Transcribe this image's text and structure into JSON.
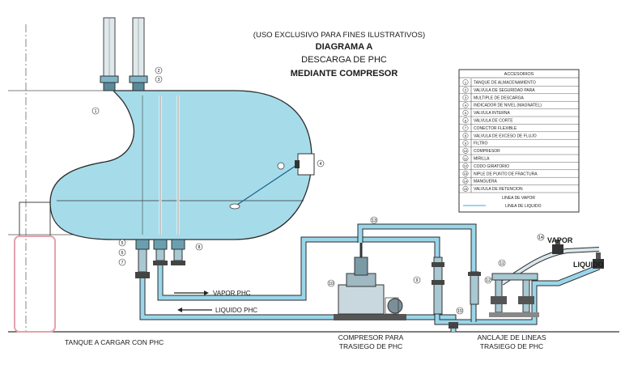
{
  "header": {
    "disclaimer": "(USO EXCLUSIVO PARA FINES ILUSTRATIVOS)",
    "title": "DIAGRAMA A",
    "subtitle1": "DESCARGA DE PHC",
    "subtitle2": "MEDIANTE COMPRESOR"
  },
  "legend": {
    "heading": "ACCESORIOS",
    "items": [
      {
        "num": "1",
        "label": "TANQUE DE ALMACENAMIENTO"
      },
      {
        "num": "2",
        "label": "VALVULA DE SEGURIDAD PARA"
      },
      {
        "num": "3",
        "label": "MULTIPLE DE DESCARGA"
      },
      {
        "num": "4",
        "label": "INDICADOR DE NIVEL (MAGNATEL)"
      },
      {
        "num": "5",
        "label": "VALVULA INTERNA"
      },
      {
        "num": "6",
        "label": "VALVULA DE CORTE"
      },
      {
        "num": "7",
        "label": "CONECTOR FLEXIBLE"
      },
      {
        "num": "8",
        "label": "VALVULA DE EXCESO DE FLUJO"
      },
      {
        "num": "9",
        "label": "FILTRO"
      },
      {
        "num": "10",
        "label": "COMPRESOR"
      },
      {
        "num": "11",
        "label": "MIRILLA"
      },
      {
        "num": "12",
        "label": "CODO GIRATORIO"
      },
      {
        "num": "13",
        "label": "NIPLE DE PUNTO DE FRACTURA"
      },
      {
        "num": "14",
        "label": "MANGUERA"
      },
      {
        "num": "15",
        "label": "VALVULA DE RETENCION"
      }
    ],
    "line_vapor": "LINEA DE VAPOR",
    "line_liquid": "LINEA DE LIQUIDO"
  },
  "labels": {
    "vapor_phc": "VAPOR PHC",
    "liquido_phc": "LIQUIDO PHC",
    "vapor": "VAPOR",
    "liquido": "LIQUIDO",
    "tanque_cargar": "TANQUE A CARGAR CON PHC",
    "compresor_line1": "COMPRESOR PARA",
    "compresor_line2": "TRASIEGO DE PHC",
    "anclaje_line1": "ANCLAJE DE LINEAS",
    "anclaje_line2": "TRASIEGO DE PHC"
  },
  "callouts": {
    "c1": "1",
    "c2": "2",
    "c3": "3",
    "c4": "4",
    "c5": "5",
    "c6": "6",
    "c7": "7",
    "c8": "8",
    "c9": "9",
    "c10": "10",
    "c11": "11",
    "c12": "12",
    "c13": "13",
    "c14": "14",
    "c15": "15"
  },
  "colors": {
    "tank_fill": "#a6dcea",
    "pipe": "#8fd0e6",
    "line": "#2b2b2b"
  }
}
